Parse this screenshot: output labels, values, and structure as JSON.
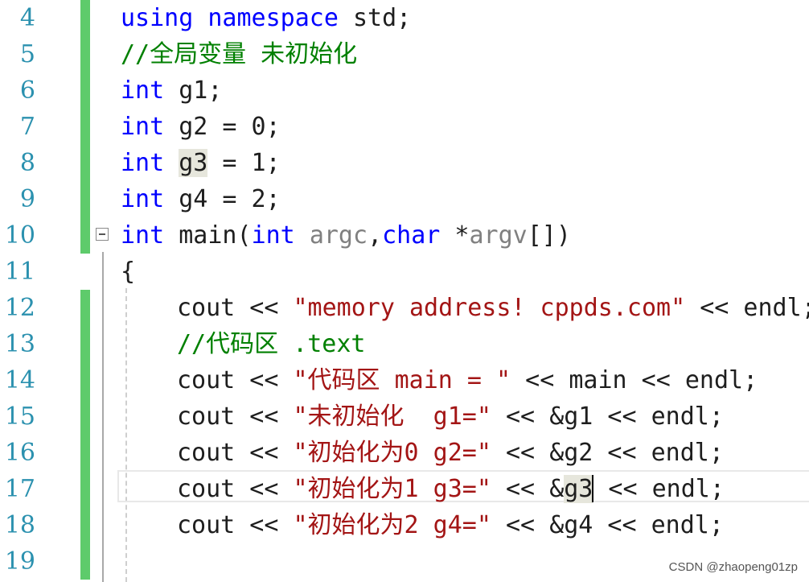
{
  "editor": {
    "language": "C++",
    "lines": [
      {
        "n": "4"
      },
      {
        "n": "5"
      },
      {
        "n": "6"
      },
      {
        "n": "7"
      },
      {
        "n": "8"
      },
      {
        "n": "9"
      },
      {
        "n": "10"
      },
      {
        "n": "11"
      },
      {
        "n": "12"
      },
      {
        "n": "13"
      },
      {
        "n": "14"
      },
      {
        "n": "15"
      },
      {
        "n": "16"
      },
      {
        "n": "17"
      },
      {
        "n": "18"
      },
      {
        "n": "19"
      }
    ],
    "tokens": {
      "l4": {
        "kw1": "using",
        "kw2": "namespace",
        "rest": " std;"
      },
      "l5": {
        "comment": "//全局变量 未初始化"
      },
      "l6": {
        "kw": "int",
        "rest": " g1;"
      },
      "l7": {
        "kw": "int",
        "rest": " g2 = 0;"
      },
      "l8": {
        "kw": "int",
        "var": "g3",
        "rest": " = 1;"
      },
      "l9": {
        "kw": "int",
        "rest": " g4 = 2;"
      },
      "l10": {
        "kw1": "int",
        "fn": "main",
        "open": "(",
        "kw2": "int",
        "p1": "argc",
        "comma": ",",
        "kw3": "char",
        "star": " *",
        "p2": "argv",
        "close": "[])"
      },
      "l11": {
        "brace": "{"
      },
      "l12": {
        "id1": "cout",
        "op1": " << ",
        "str": "\"memory address! cppds.com\"",
        "op2": " << ",
        "id2": "endl;"
      },
      "l13": {
        "comment": "//代码区 .text"
      },
      "l14": {
        "id1": "cout",
        "op1": " << ",
        "str": "\"代码区 main = \"",
        "op2": " << ",
        "id2": "main",
        "op3": " << ",
        "id3": "endl;"
      },
      "l15": {
        "id1": "cout",
        "op1": " << ",
        "str": "\"未初始化  g1=\"",
        "op2": " << ",
        "id2": "&g1",
        "op3": " << ",
        "id3": "endl;"
      },
      "l16": {
        "id1": "cout",
        "op1": " << ",
        "str": "\"初始化为0 g2=\"",
        "op2": " << ",
        "id2": "&g2",
        "op3": " << ",
        "id3": "endl;"
      },
      "l17": {
        "id1": "cout",
        "op1": " << ",
        "str": "\"初始化为1 g3=\"",
        "op2": " << ",
        "amp": "&",
        "var": "g3",
        "op3": " << ",
        "id3": "endl;"
      },
      "l18": {
        "id1": "cout",
        "op1": " << ",
        "str": "\"初始化为2 g4=\"",
        "op2": " << ",
        "id2": "&g4",
        "op3": " << ",
        "id3": "endl;"
      }
    },
    "changed_lines": [
      "4",
      "5",
      "6",
      "7",
      "8",
      "9",
      "10",
      "12",
      "13",
      "14",
      "15",
      "16",
      "17",
      "18",
      "19"
    ],
    "current_line": "17",
    "colors": {
      "keyword": "#0000ff",
      "comment": "#008000",
      "string": "#a31515",
      "line_number": "#2b91af",
      "change_bar": "#5ecb6b",
      "parameter": "#808080"
    }
  },
  "watermark": {
    "text": "CSDN @zhaopeng01zp"
  }
}
